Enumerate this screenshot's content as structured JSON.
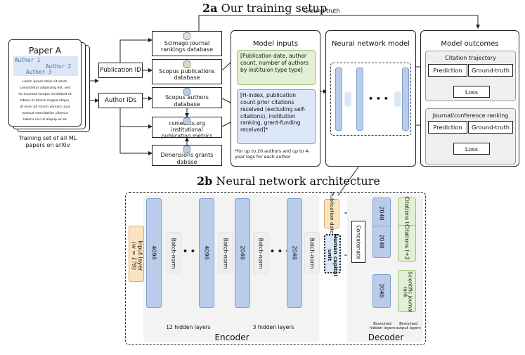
{
  "section_a": {
    "title_bold": "2a",
    "title_rest": " Our training setup",
    "ground_truth": "Ground truth",
    "paper": {
      "title": "Paper A",
      "authors": [
        "Author 1",
        "Author 2",
        "Author 3"
      ],
      "body_lines": [
        "Lorem ipsum dolor sit amet,",
        "consectetur adipiscing elit, sed",
        "do eiusmod tempor incididunt ut",
        "labore et dolore magna aliqua.",
        "Ut enim ad minim veniam, quis",
        "nostrud exercitation ullamco",
        "laboris nisi ut aliquip ex ea"
      ],
      "caption_line1": "Training set of all ML",
      "caption_line2": "papers on arXiv"
    },
    "publication_id": "Publication ID",
    "author_ids": "Author IDs",
    "databases": [
      {
        "line1": "Scimago journal",
        "line2": "rankings database"
      },
      {
        "line1": "Scopus publications",
        "line2": "database"
      },
      {
        "line1": "Scopus authors",
        "line2": "database"
      },
      {
        "line1": "csmetrics.org institutional",
        "line2": "publication metrics"
      },
      {
        "line1": "Dimensions grants",
        "line2": "dabase"
      }
    ],
    "model_inputs": {
      "title": "Model inputs",
      "box1": "[Publication date, author count, number of authors by instituion type type]",
      "box2": "[H-index, publication count prior citations received (excluding self-citations), institution ranking, grant-funding received]*",
      "footnote": "*for up to 20 authors and up to 4-year lags for each author"
    },
    "nn_model": {
      "title": "Neural network model",
      "dots": "• • •"
    },
    "outcomes": {
      "title": "Model outcomes",
      "groups": [
        {
          "title": "Citation trajectory",
          "prediction": "Prediction",
          "ground_truth": "Ground-truth",
          "loss": "Loss"
        },
        {
          "title": "Journal/conference ranking",
          "prediction": "Prediction",
          "ground_truth": "Ground-truth",
          "loss": "Loss"
        }
      ]
    }
  },
  "section_b": {
    "title_bold": "2b",
    "title_rest": " Neural network architecture",
    "input_layer_line1": "Input layer",
    "input_layer_line2": "(w = 179)",
    "encoder": {
      "label": "Encoder",
      "layer_a": "4096",
      "layer_b": "2048",
      "batch_norm": "Batch-norm",
      "dots": "• • •",
      "brace1": "12 hidden layers",
      "brace2": "3 hidden layers"
    },
    "publication_date": "Publication date",
    "human_capital": "Human capital unit",
    "concatenate": "Concatenate",
    "decoder": {
      "label": "Decoder",
      "hidden": [
        "2048",
        "2048",
        "2048"
      ],
      "outputs": [
        "Citations t+1",
        "Citations t+2",
        "Scientific journal rank"
      ],
      "brace1_line1": "Branched",
      "brace1_line2": "hidden layers",
      "brace2_line1": "Branched",
      "brace2_line2": "output layers"
    }
  },
  "colors": {
    "blue_fill": "#b9cdeb",
    "blue_border": "#7f9fcf",
    "light_blue": "#dbe6f7",
    "green_fill": "#e2f0d3",
    "green_border": "#9fbf7f",
    "orange_fill": "#fbe4bd",
    "orange_border": "#d8ae6a",
    "grey_fill": "#efefef"
  }
}
